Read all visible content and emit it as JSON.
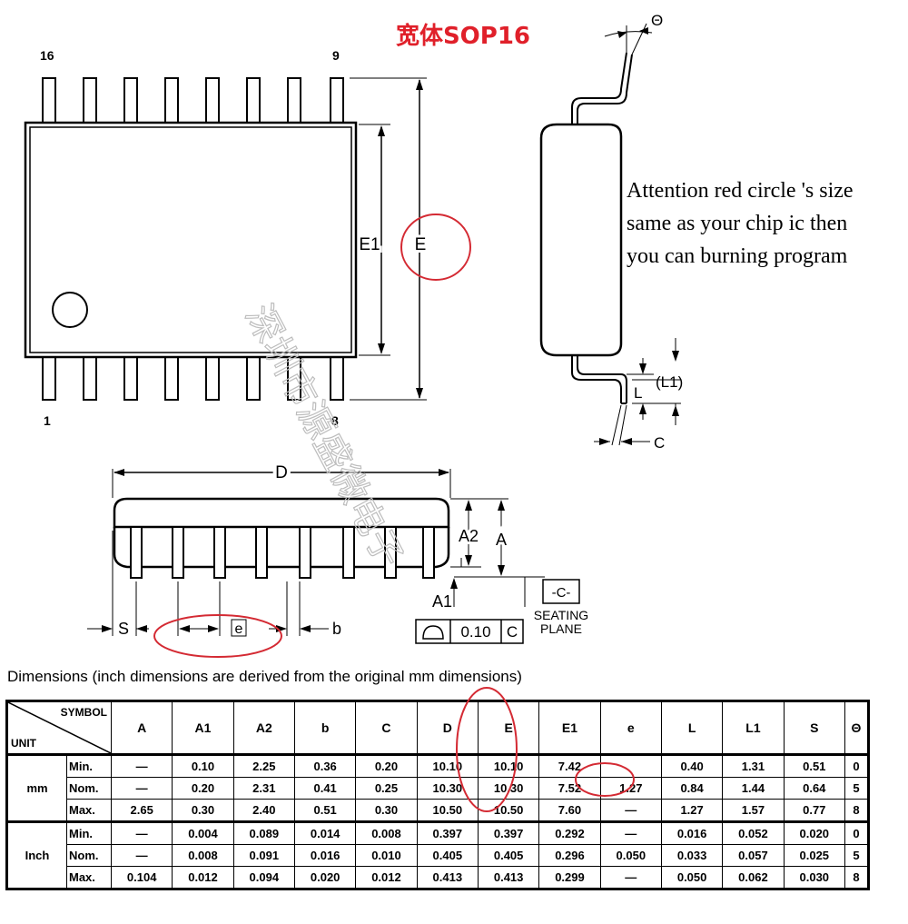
{
  "title": "宽体SOP16",
  "watermark": "深圳市源盛微电子",
  "note_lines": [
    "Attention red circle 's size",
    "same as your chip ic then",
    "you can burning program"
  ],
  "top_view": {
    "pin_16": "16",
    "pin_9": "9",
    "pin_1": "1",
    "pin_8": "8",
    "label_E1": "E1",
    "label_E": "E"
  },
  "side_view": {
    "label_theta": "Θ",
    "label_L1": "(L1)",
    "label_L": "L",
    "label_C": "C"
  },
  "front_view": {
    "label_D": "D",
    "label_A2": "A2",
    "label_A": "A",
    "label_A1": "A1",
    "label_S": "S",
    "label_e": "e",
    "label_b": "b",
    "datum": "-C-",
    "seating_1": "SEATING",
    "seating_2": "PLANE",
    "tolerance_value": "0.10",
    "tolerance_ref": "C"
  },
  "dimensions_title": "Dimensions (inch dimensions are derived from the original mm dimensions)",
  "table": {
    "symbol_header": "SYMBOL",
    "unit_header": "UNIT",
    "columns": [
      "A",
      "A1",
      "A2",
      "b",
      "C",
      "D",
      "E",
      "E1",
      "e",
      "L",
      "L1",
      "S",
      "Θ"
    ],
    "groups": [
      {
        "unit": "mm",
        "rows": [
          {
            "label": "Min.",
            "values": [
              "—",
              "0.10",
              "2.25",
              "0.36",
              "0.20",
              "10.10",
              "10.10",
              "7.42",
              "",
              "0.40",
              "1.31",
              "0.51",
              "0"
            ]
          },
          {
            "label": "Nom.",
            "values": [
              "—",
              "0.20",
              "2.31",
              "0.41",
              "0.25",
              "10.30",
              "10.30",
              "7.52",
              "1.27",
              "0.84",
              "1.44",
              "0.64",
              "5"
            ]
          },
          {
            "label": "Max.",
            "values": [
              "2.65",
              "0.30",
              "2.40",
              "0.51",
              "0.30",
              "10.50",
              "10.50",
              "7.60",
              "—",
              "1.27",
              "1.57",
              "0.77",
              "8"
            ]
          }
        ]
      },
      {
        "unit": "Inch",
        "rows": [
          {
            "label": "Min.",
            "values": [
              "—",
              "0.004",
              "0.089",
              "0.014",
              "0.008",
              "0.397",
              "0.397",
              "0.292",
              "—",
              "0.016",
              "0.052",
              "0.020",
              "0"
            ]
          },
          {
            "label": "Nom.",
            "values": [
              "—",
              "0.008",
              "0.091",
              "0.016",
              "0.010",
              "0.405",
              "0.405",
              "0.296",
              "0.050",
              "0.033",
              "0.057",
              "0.025",
              "5"
            ]
          },
          {
            "label": "Max.",
            "values": [
              "0.104",
              "0.012",
              "0.094",
              "0.020",
              "0.012",
              "0.413",
              "0.413",
              "0.299",
              "—",
              "0.050",
              "0.062",
              "0.030",
              "8"
            ]
          }
        ]
      }
    ]
  },
  "colors": {
    "highlight": "#d42a33",
    "title": "#e0202a",
    "watermark": "#c9c9c9"
  }
}
